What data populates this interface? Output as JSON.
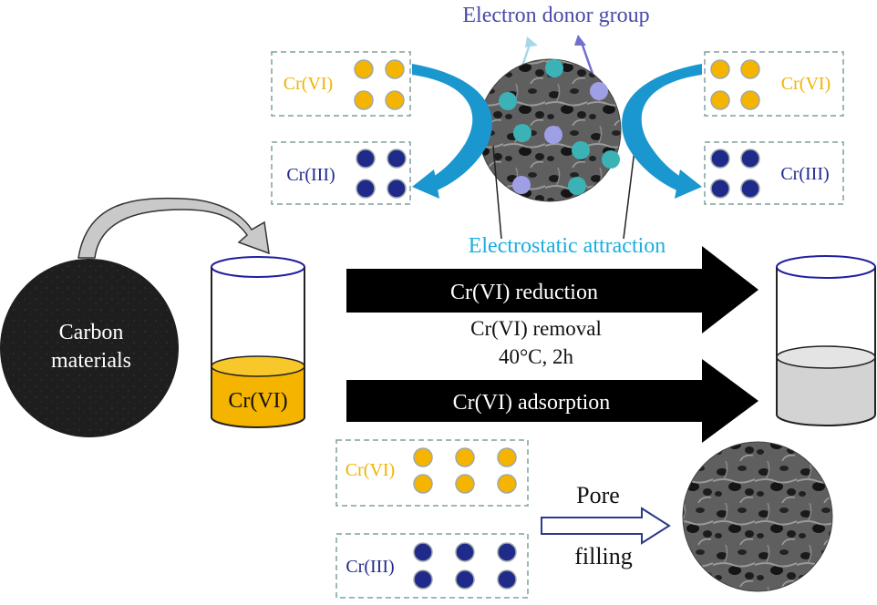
{
  "labels": {
    "electron_donor": "Electron donor group",
    "electrostatic": "Electrostatic attraction",
    "carbon_line1": "Carbon",
    "carbon_line2": "materials",
    "beaker_label": "Cr(VI)",
    "reduction": "Cr(VI) reduction",
    "removal": "Cr(VI) removal",
    "conditions": "40°C,  2h",
    "adsorption": "Cr(VI) adsorption",
    "pore": "Pore",
    "filling": "filling"
  },
  "species": {
    "cr6": "Cr(VI)",
    "cr3": "Cr(III)"
  },
  "colors": {
    "cr6_dot": "#f5b400",
    "cr6_text": "#f0b400",
    "cr3_dot": "#1f2a8a",
    "donor_text": "#4a4aa8",
    "electrostatic_text": "#1aaee0",
    "curved_arrow": "#1b97cf",
    "teal_dot": "#3bb3b6",
    "lavender_dot": "#9f9fe6",
    "cr6_solution": "#f5b400",
    "treated_solution": "#d3d3d3",
    "carbon": "#1e1e1e",
    "box_border": "#7f9f9f"
  }
}
